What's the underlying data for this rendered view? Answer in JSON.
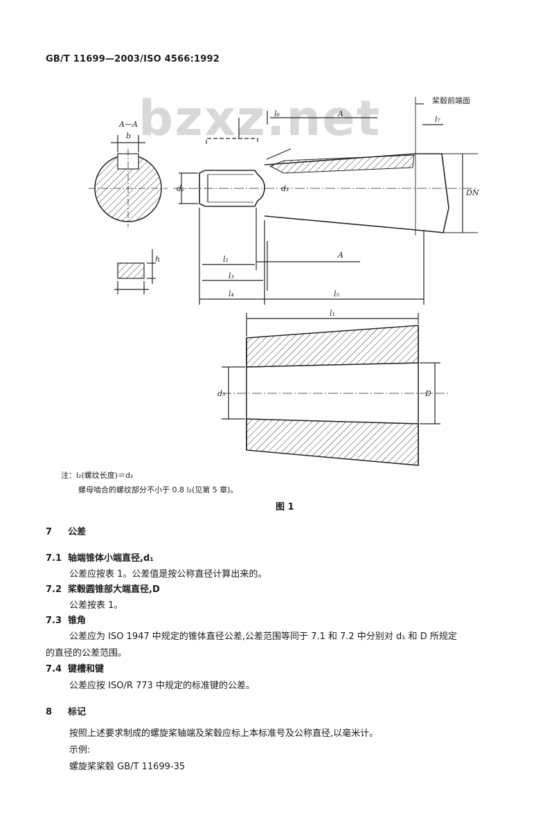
{
  "header": {
    "standard_number": "GB/T 11699—2003/ISO 4566:1992"
  },
  "watermark": "bzxz.net",
  "figure": {
    "labels": {
      "hub_end_face": "桨毂前端面",
      "section": "A—A",
      "cut_a_top": "A",
      "cut_a_bottom": "A",
      "key_width": "b",
      "key_height": "h",
      "l1": "l₁",
      "l2": "l₂",
      "l3": "l₃",
      "l4": "l₄",
      "l5": "l₅",
      "l6": "l₆",
      "l7": "l₇",
      "d1": "d₁",
      "d2": "d₂",
      "d3": "d₃",
      "dn": "DN",
      "D": "D"
    },
    "note_prefix": "注：",
    "note_line1": "l₂(螺纹长度)＝d₂",
    "note_line2": "螺母啮合的螺纹部分不小于 0.8 l₂(见第 5 章)。",
    "caption": "图 1"
  },
  "sections": [
    {
      "id": "7",
      "title": "公差"
    },
    {
      "id": "7.1",
      "title": "轴端锥体小端直径,d₁"
    },
    {
      "id": "7.2",
      "title": "桨毂圆锥部大端直径,D"
    },
    {
      "id": "7.3",
      "title": "锥角"
    },
    {
      "id": "7.4",
      "title": "键槽和键"
    },
    {
      "id": "8",
      "title": "标记"
    }
  ],
  "paragraphs": {
    "p71": "公差应按表 1。公差值是按公称直径计算出来的。",
    "p72": "公差按表 1。",
    "p73_line1": "公差应为 ISO 1947 中规定的锥体直径公差,公差范围等同于 7.1 和 7.2 中分别对 d₁ 和 D 所规定",
    "p73_line2": "的直径的公差范围。",
    "p74": "公差应按 ISO/R 773 中规定的标准键的公差。",
    "p8_line1": "按照上述要求制成的螺旋桨轴端及桨毂应标上本标准号及公称直径,以毫米计。",
    "p8_line2": "示例:",
    "p8_line3": "螺旋桨桨毂 GB/T 11699-35"
  }
}
